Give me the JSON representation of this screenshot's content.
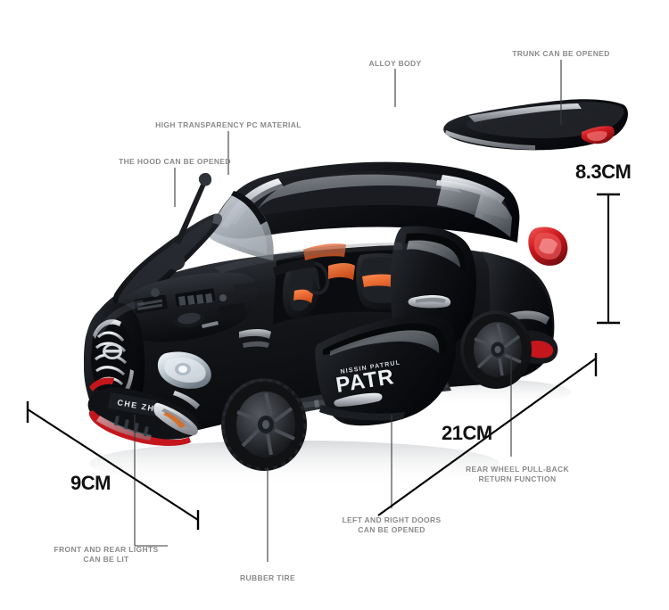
{
  "product": {
    "type": "die-cast-model-suv",
    "body_color": "#0d0d10",
    "accent_red": "#c4161c",
    "interior_accent": "#e8622a",
    "chrome": "#d8dade",
    "glass": "#c9ced3",
    "badge_front_plate": "CHE ZHI",
    "door_decal_small": "NISSIN PATRUL",
    "door_decal_large": "PATR"
  },
  "annotations": [
    {
      "id": "alloy-body",
      "text": "ALLOY BODY"
    },
    {
      "id": "trunk-open",
      "text": "TRUNK CAN BE OPENED"
    },
    {
      "id": "pc-material",
      "text": "HIGH TRANSPARENCY PC MATERIAL"
    },
    {
      "id": "hood-open",
      "text": "THE HOOD CAN BE OPENED"
    },
    {
      "id": "lights-lit",
      "text": "FRONT AND REAR LIGHTS\nCAN BE LIT"
    },
    {
      "id": "rubber-tire",
      "text": "RUBBER TIRE"
    },
    {
      "id": "doors-open",
      "text": "LEFT AND RIGHT DOORS\nCAN BE OPENED"
    },
    {
      "id": "pull-back",
      "text": "REAR WHEEL PULL-BACK\nRETURN FUNCTION"
    }
  ],
  "dimensions": {
    "height": "8.3CM",
    "length": "21CM",
    "width": "9CM"
  },
  "colors": {
    "label_gray": "#8a8a8a",
    "dimension_black": "#111111",
    "leader_line": "#3a3a3a",
    "background": "#ffffff"
  }
}
